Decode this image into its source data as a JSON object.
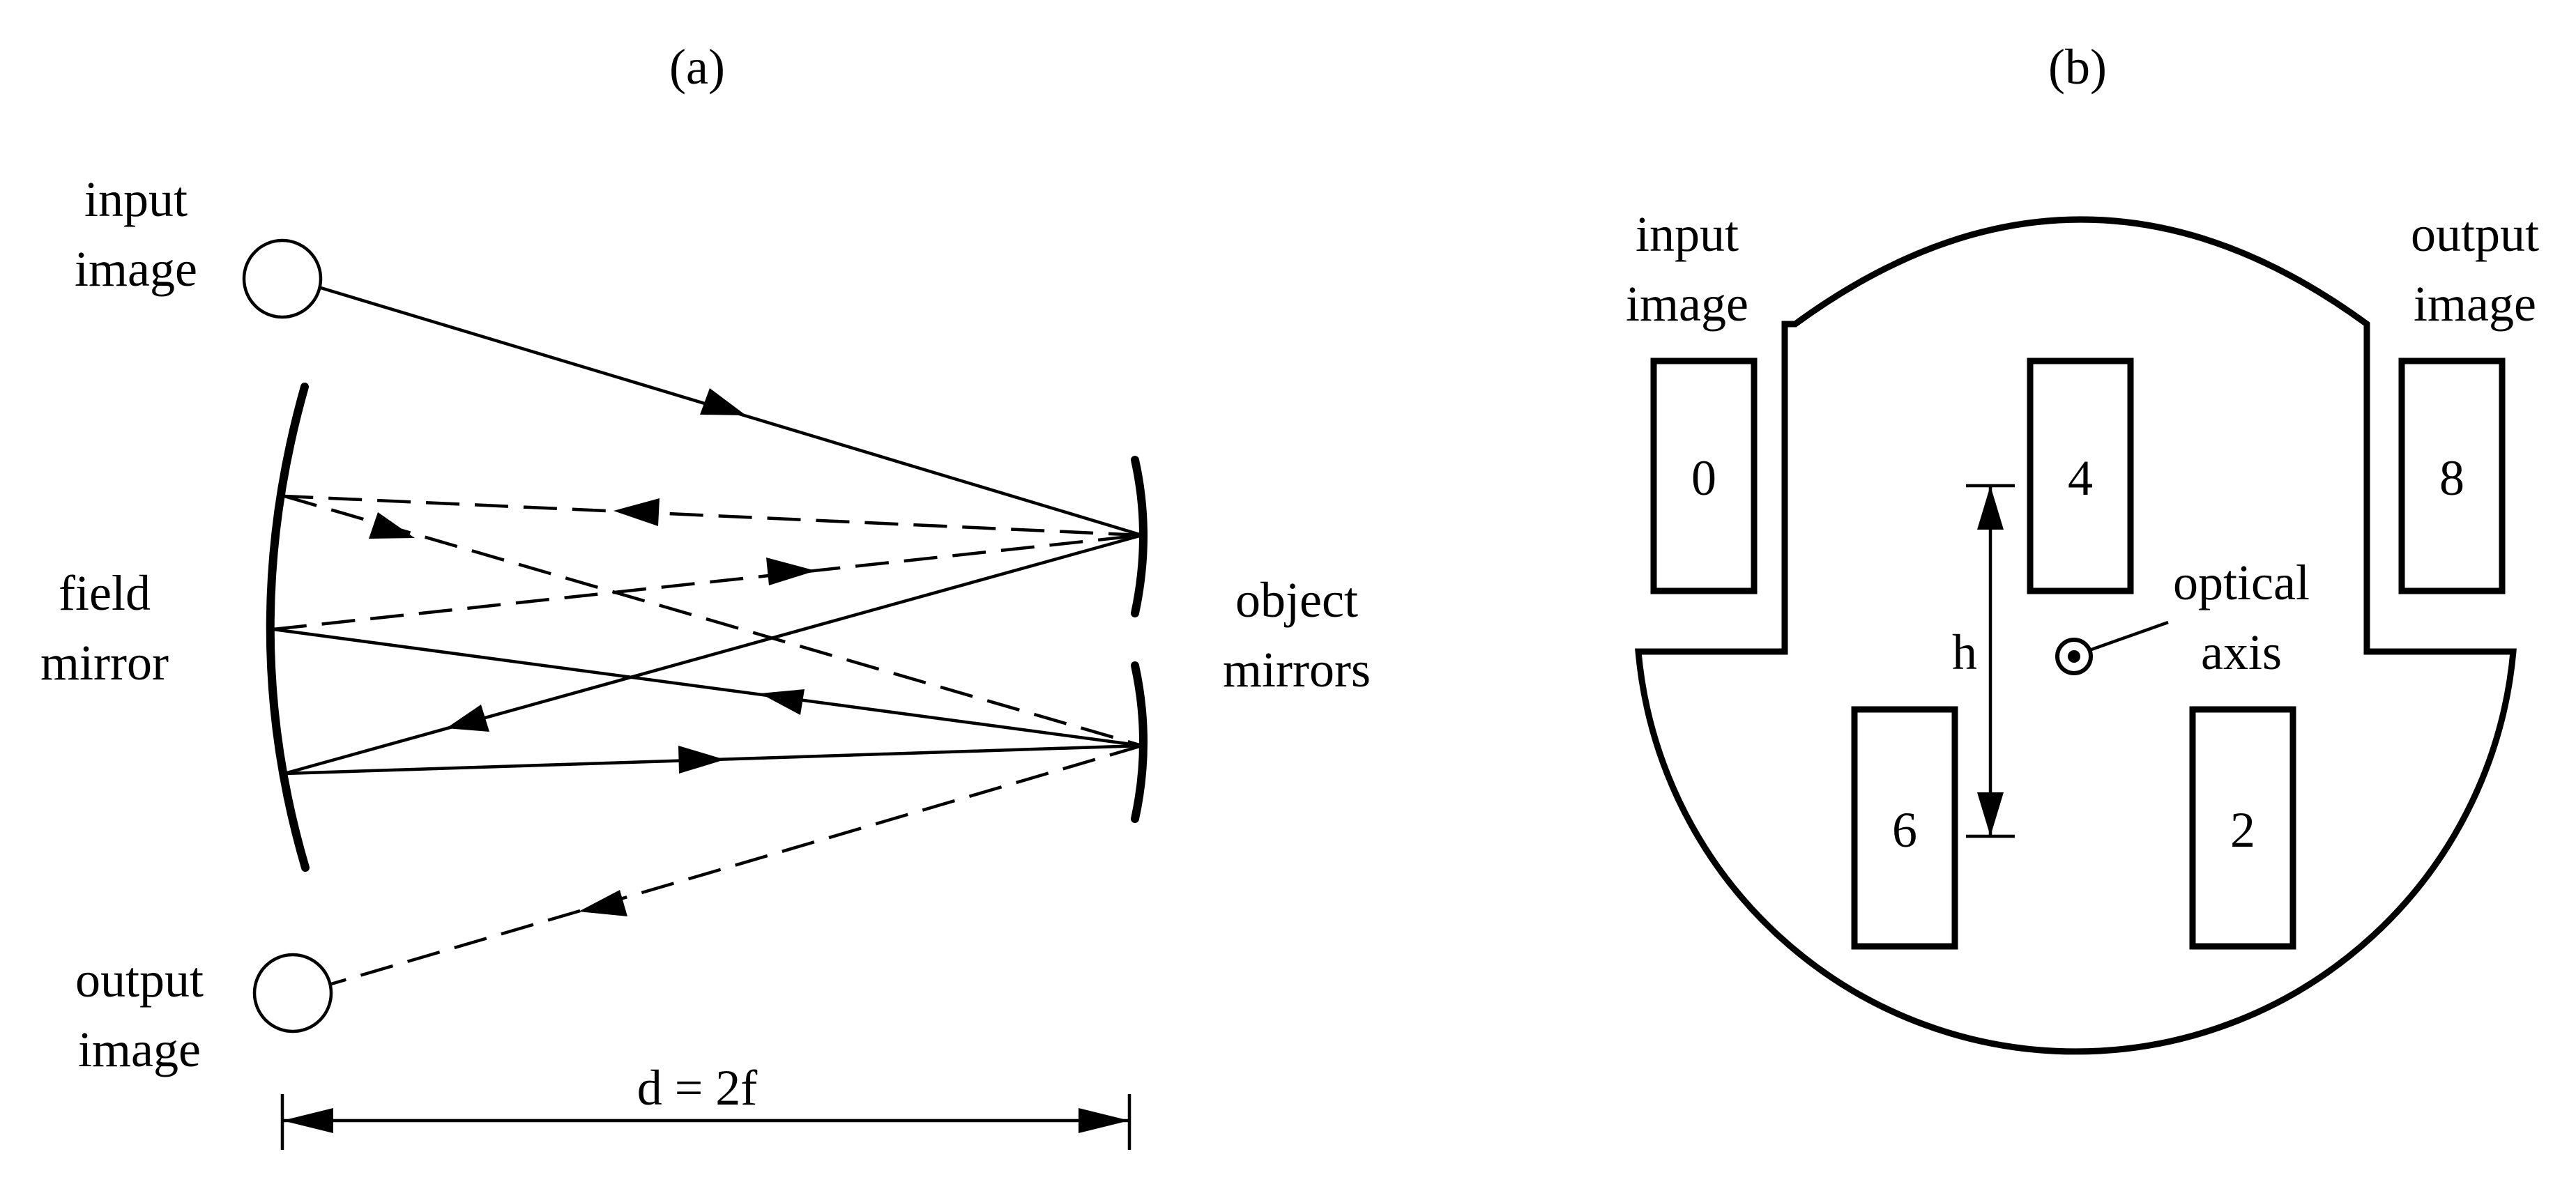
{
  "panel_a": {
    "label": "(a)",
    "input_image_line1": "input",
    "input_image_line2": "image",
    "field_mirror_line1": "field",
    "field_mirror_line2": "mirror",
    "object_mirrors_line1": "object",
    "object_mirrors_line2": "mirrors",
    "output_image_line1": "output",
    "output_image_line2": "image",
    "distance_label": "d = 2f"
  },
  "panel_b": {
    "label": "(b)",
    "input_image_line1": "input",
    "input_image_line2": "image",
    "output_image_line1": "output",
    "output_image_line2": "image",
    "slot_labels": [
      "0",
      "4",
      "8",
      "6",
      "2"
    ],
    "optical_axis_line1": "optical",
    "optical_axis_line2": "axis",
    "height_label": "h"
  }
}
